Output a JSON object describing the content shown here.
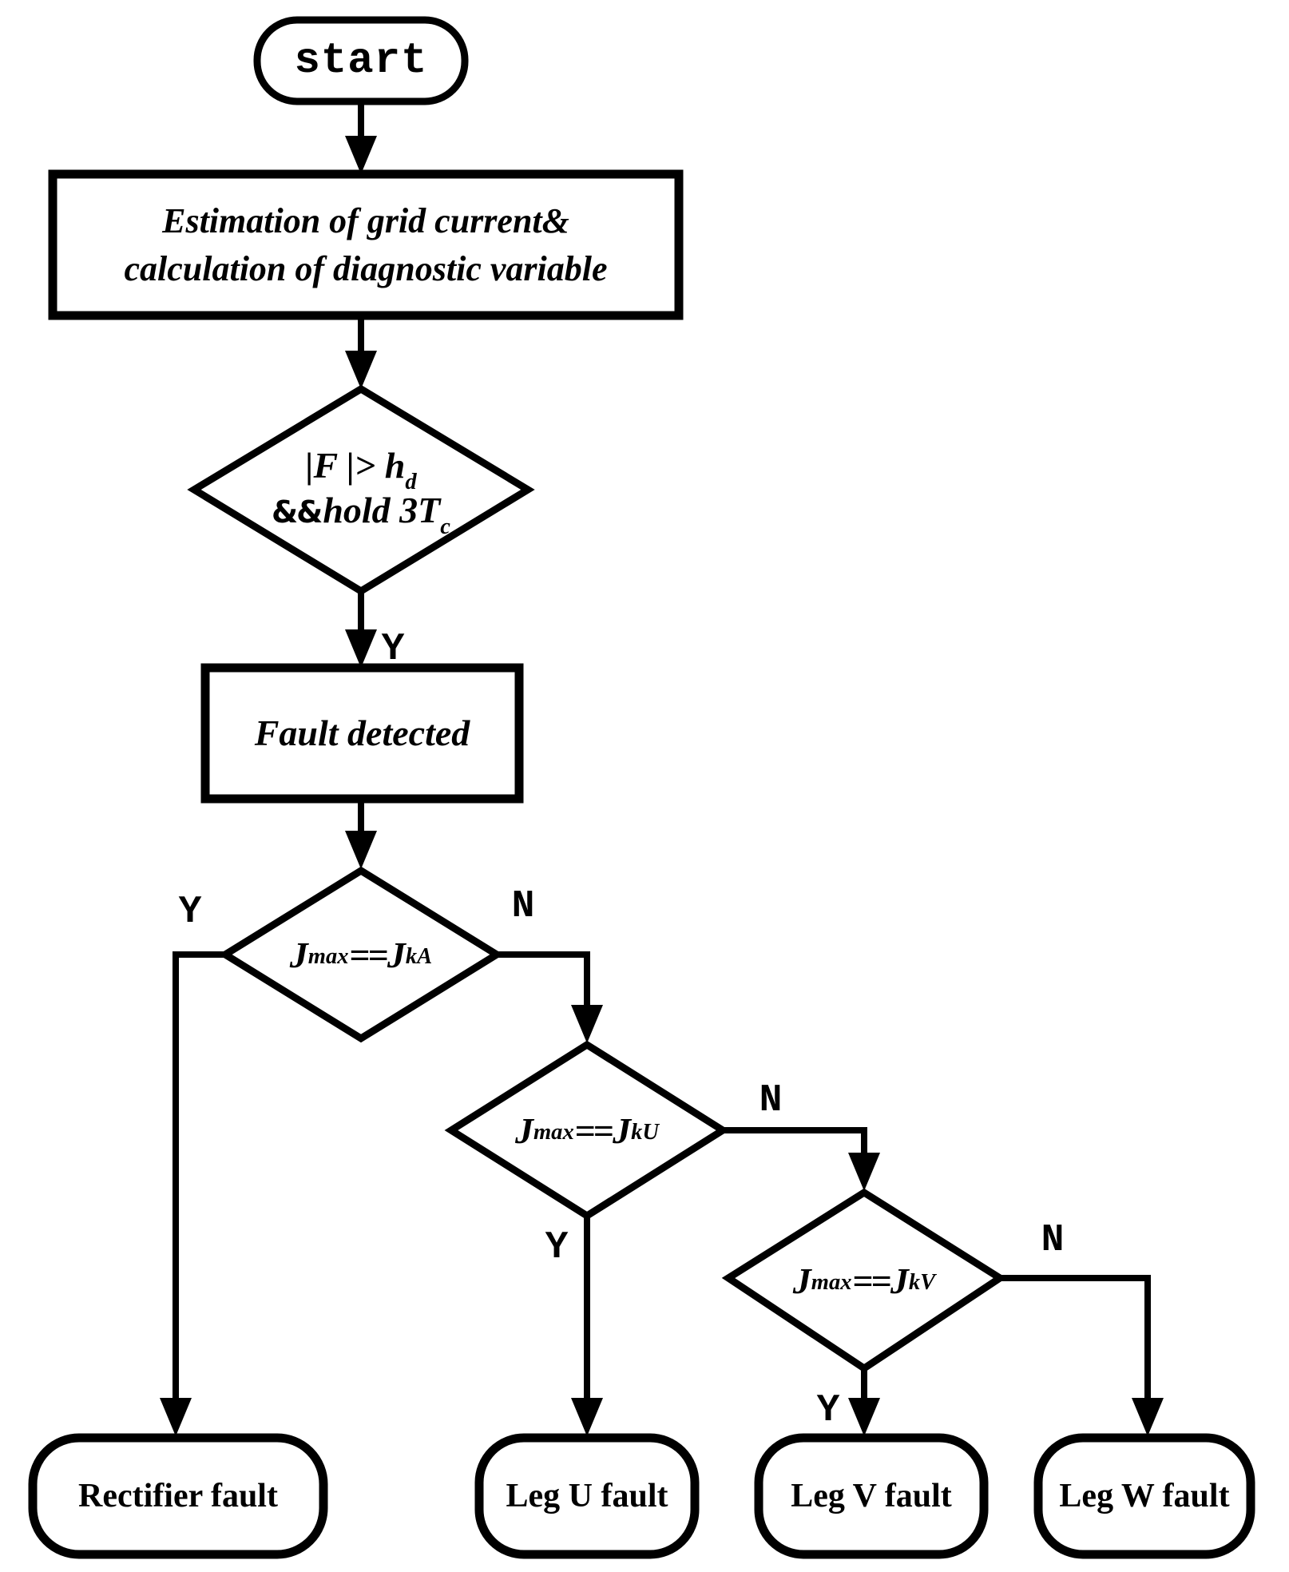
{
  "colors": {
    "ink": "#000000",
    "paper": "#ffffff"
  },
  "flowchart": {
    "start": {
      "label": "start"
    },
    "estimation": {
      "line1": "Estimation of grid current&",
      "line2": "calculation of diagnostic variable"
    },
    "detect_condition": {
      "line1_main": "|F |> h",
      "line1_sub": "d",
      "line2_amp": "&&",
      "line2_main": "hold 3T",
      "line2_sub": "c"
    },
    "detected_yes": "Y",
    "fault_detected": {
      "label": "Fault detected"
    },
    "check_a": {
      "lhs": "J",
      "lhs_sub": "max",
      "op": "==",
      "rhs": "J",
      "rhs_sub": "kA",
      "yes": "Y",
      "no": "N"
    },
    "check_u": {
      "lhs": "J",
      "lhs_sub": "max",
      "op": "==",
      "rhs": "J",
      "rhs_sub": "kU",
      "yes": "Y",
      "no": "N"
    },
    "check_v": {
      "lhs": "J",
      "lhs_sub": "max",
      "op": "==",
      "rhs": "J",
      "rhs_sub": "kV",
      "yes": "Y",
      "no": "N"
    },
    "outcomes": {
      "rectifier": "Rectifier fault",
      "leg_u": "Leg U fault",
      "leg_v": "Leg V fault",
      "leg_w": "Leg W fault"
    }
  }
}
